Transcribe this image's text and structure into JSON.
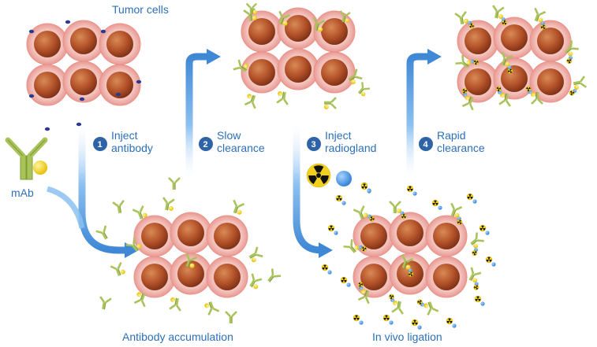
{
  "colors": {
    "accent_text": "#2d6fb8",
    "step_badge": "#2f63a8",
    "arrow": "#4f97de",
    "cell_outer": "#f1b3ad",
    "cell_nucleus": "#b4532a",
    "antigen": "#2a3b8f",
    "antibody": "#a9c35a",
    "hapten": "#f2d11e",
    "radioligand": "#3a8ee0",
    "radiation_symbol": "#f2d11e"
  },
  "labels": {
    "tumor_cells": "Tumor cells",
    "mab": "mAb",
    "antibody_accumulation": "Antibody accumulation",
    "in_vivo_ligation": "In vivo ligation"
  },
  "steps": [
    {
      "number": "1",
      "line1": "Inject",
      "line2": "antibody"
    },
    {
      "number": "2",
      "line1": "Slow",
      "line2": "clearance"
    },
    {
      "number": "3",
      "line1": "Inject",
      "line2": "radiogland"
    },
    {
      "number": "4",
      "line1": "Rapid",
      "line2": "clearance"
    }
  ],
  "icons": {
    "antibody": "antibody-icon",
    "radiation": "radiation-symbol-icon",
    "ligand": "radioligand-bead-icon"
  }
}
